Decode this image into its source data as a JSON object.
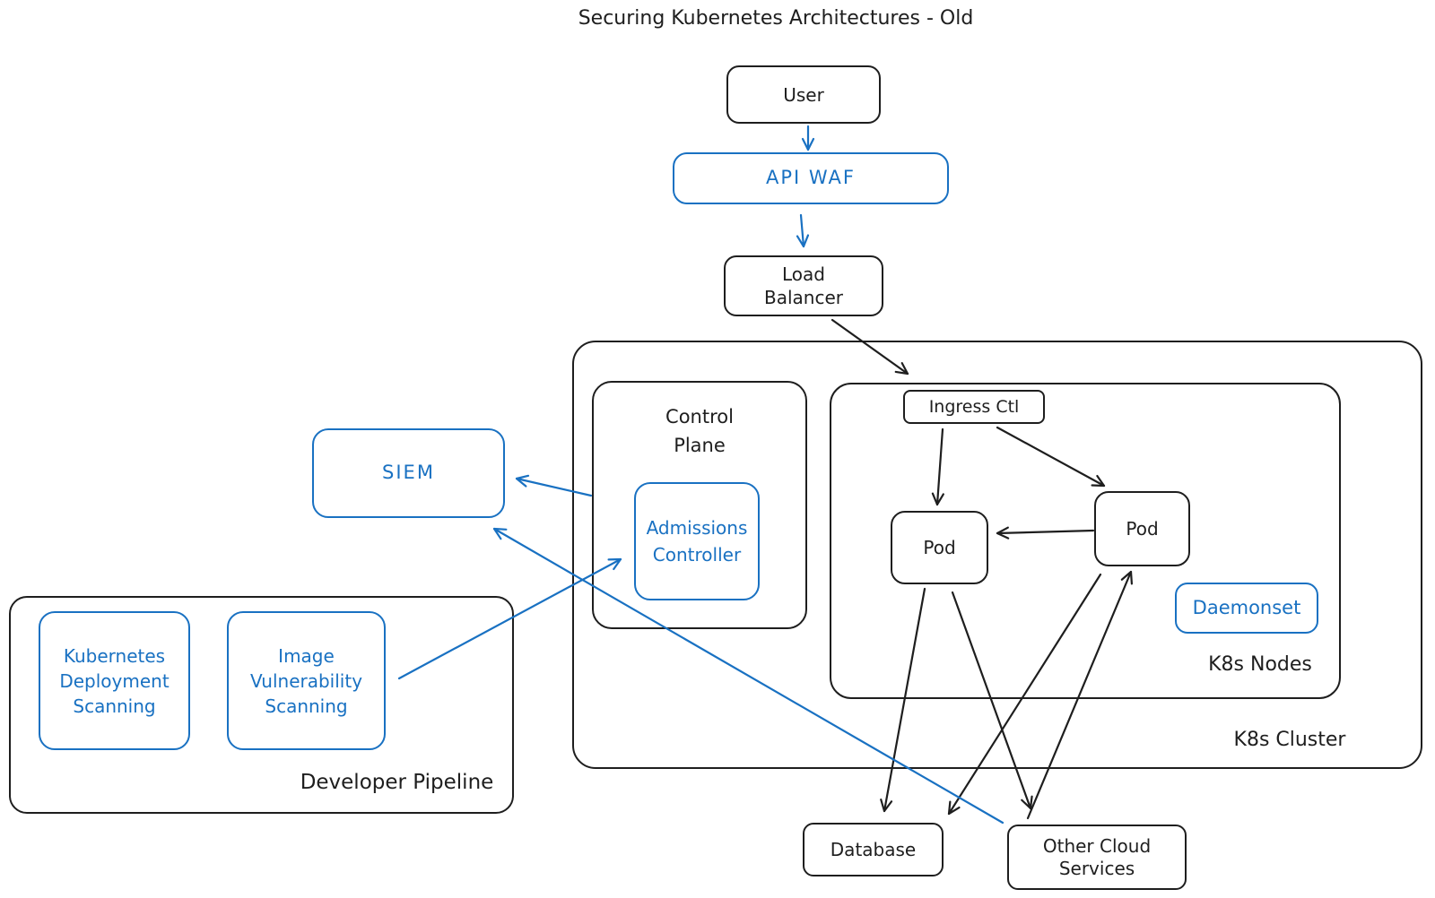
{
  "title": "Securing Kubernetes Architectures - Old",
  "colors": {
    "ink": "#1e1e1e",
    "accent": "#1971c2",
    "background": "#ffffff"
  },
  "nodes": {
    "user": {
      "label": "User"
    },
    "api_waf": {
      "label": "API WAF"
    },
    "load_balancer": {
      "line1": "Load",
      "line2": "Balancer"
    },
    "k8s_cluster": {
      "label": "K8s Cluster"
    },
    "control_plane": {
      "line1": "Control",
      "line2": "Plane"
    },
    "admissions_controller": {
      "line1": "Admissions",
      "line2": "Controller"
    },
    "k8s_nodes": {
      "label": "K8s Nodes"
    },
    "ingress_ctl": {
      "label": "Ingress Ctl"
    },
    "pod_left": {
      "label": "Pod"
    },
    "pod_right": {
      "label": "Pod"
    },
    "daemonset": {
      "label": "Daemonset"
    },
    "siem": {
      "label": "SIEM"
    },
    "developer_pipeline": {
      "label": "Developer Pipeline"
    },
    "kubernetes_deployment_scanning": {
      "line1": "Kubernetes",
      "line2": "Deployment",
      "line3": "Scanning"
    },
    "image_vulnerability_scanning": {
      "line1": "Image",
      "line2": "Vulnerability",
      "line3": "Scanning"
    },
    "database": {
      "label": "Database"
    },
    "other_cloud_services": {
      "line1": "Other Cloud",
      "line2": "Services"
    }
  },
  "edges": [
    {
      "from": "User",
      "to": "API WAF",
      "color": "#1971c2"
    },
    {
      "from": "API WAF",
      "to": "Load Balancer",
      "color": "#1971c2"
    },
    {
      "from": "Load Balancer",
      "to": "K8s Cluster (Ingress Ctl)",
      "color": "#1e1e1e"
    },
    {
      "from": "Ingress Ctl",
      "to": "Pod (left)",
      "color": "#1e1e1e"
    },
    {
      "from": "Ingress Ctl",
      "to": "Pod (right)",
      "color": "#1e1e1e"
    },
    {
      "from": "Pod (right)",
      "to": "Pod (left)",
      "color": "#1e1e1e"
    },
    {
      "from": "Pod (left)",
      "to": "Database",
      "color": "#1e1e1e"
    },
    {
      "from": "Pod (left)",
      "to": "Other Cloud Services",
      "color": "#1e1e1e"
    },
    {
      "from": "Pod (right)",
      "to": "Database",
      "color": "#1e1e1e"
    },
    {
      "from": "Other Cloud Services",
      "to": "Pod (right)",
      "color": "#1e1e1e"
    },
    {
      "from": "Control Plane (Admissions Controller)",
      "to": "SIEM",
      "color": "#1971c2"
    },
    {
      "from": "Image Vulnerability Scanning",
      "to": "Admissions Controller",
      "color": "#1971c2"
    },
    {
      "from": "Other Cloud Services",
      "to": "SIEM",
      "color": "#1971c2"
    }
  ]
}
